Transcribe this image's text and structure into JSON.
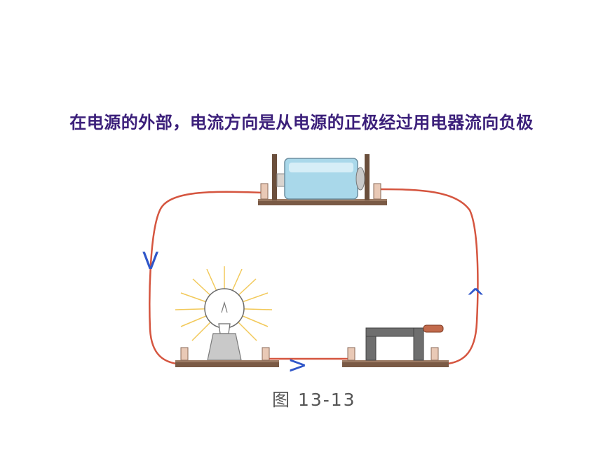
{
  "headline": "在电源的外部，电流方向是从电源的正极经过用电器流向负极",
  "figure_caption": "图 13-13",
  "arrows": {
    "left_wire": "V",
    "bottom_wire": ">",
    "right_wire": "^"
  },
  "colors": {
    "headline": "#3b1f7a",
    "wire": "#d5553f",
    "arrow": "#2f56c9",
    "board": "#7a5a45",
    "battery": "#a9d8ea"
  }
}
